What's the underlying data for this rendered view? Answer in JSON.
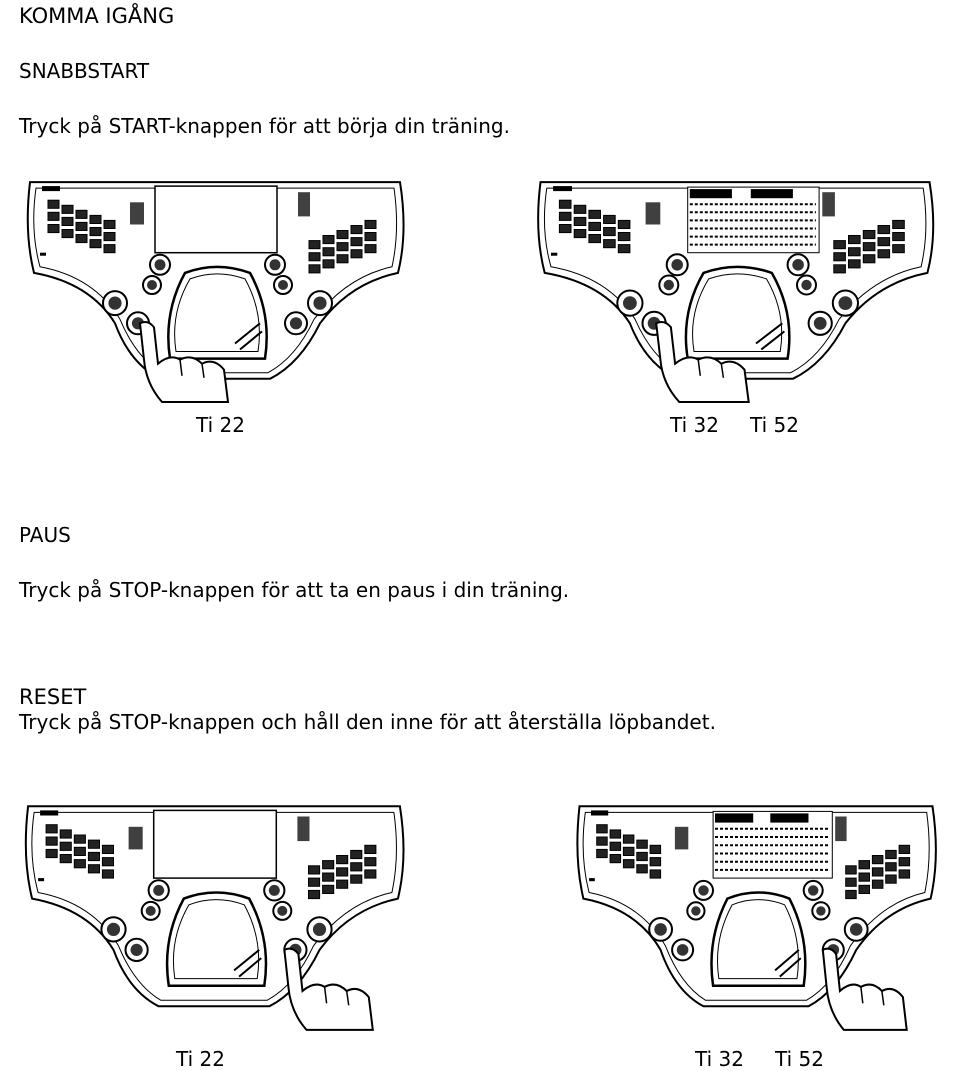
{
  "section_title": "KOMMA IGÅNG",
  "quickstart": {
    "heading": "SNABBSTART",
    "text": "Tryck på START-knappen för att börja din träning.",
    "captions": [
      "Ti 22",
      "Ti 32",
      "Ti 52"
    ]
  },
  "pause": {
    "heading": "PAUS",
    "text": "Tryck på STOP-knappen för att ta en paus i din träning."
  },
  "reset": {
    "heading": "RESET",
    "text": "Tryck på STOP-knappen och håll den inne för att återställa löpbandet.",
    "captions": [
      "Ti 22",
      "Ti 32",
      "Ti 52"
    ]
  }
}
